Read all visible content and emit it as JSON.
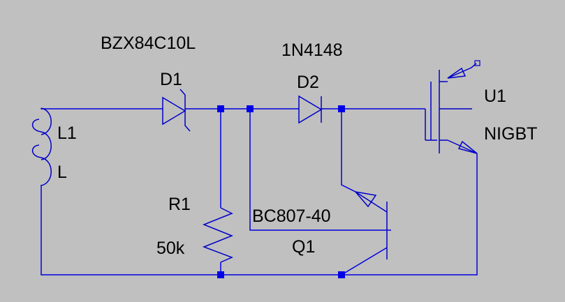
{
  "colors": {
    "background": "#c0c0c0",
    "wire": "#0000e0",
    "component": "#0000c8",
    "text": "#000000"
  },
  "components": {
    "d1": {
      "ref": "D1",
      "value": "BZX84C10L"
    },
    "d2": {
      "ref": "D2",
      "value": "1N4148"
    },
    "l1": {
      "ref": "L1",
      "value": "L"
    },
    "r1": {
      "ref": "R1",
      "value": "50k"
    },
    "q1": {
      "ref": "Q1",
      "value": "BC807-40"
    },
    "u1": {
      "ref": "U1",
      "value": "NIGBT"
    }
  }
}
